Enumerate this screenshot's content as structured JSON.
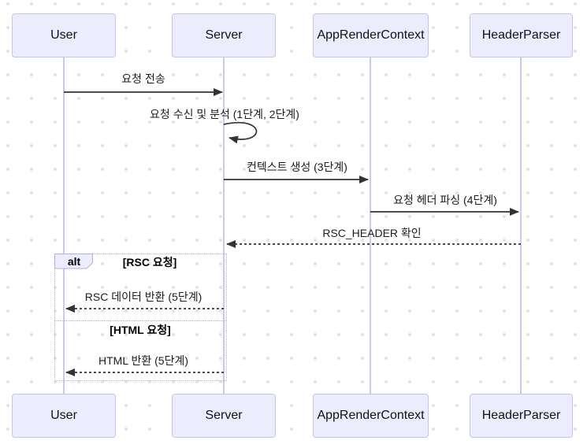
{
  "diagram": {
    "type": "sequence-diagram",
    "participants": [
      {
        "name": "User"
      },
      {
        "name": "Server"
      },
      {
        "name": "AppRenderContext"
      },
      {
        "name": "HeaderParser"
      }
    ],
    "messages": [
      {
        "from": "User",
        "to": "Server",
        "label": "요청 전송",
        "line": "solid-arrow"
      },
      {
        "from": "Server",
        "to": "Server",
        "label": "요청 수신 및 분석 (1단계, 2단계)",
        "line": "self-loop"
      },
      {
        "from": "Server",
        "to": "AppRenderContext",
        "label": "컨텍스트 생성 (3단계)",
        "line": "solid-arrow"
      },
      {
        "from": "AppRenderContext",
        "to": "HeaderParser",
        "label": "요청 헤더 파싱 (4단계)",
        "line": "solid-arrow"
      },
      {
        "from": "HeaderParser",
        "to": "Server",
        "label": "RSC_HEADER 확인",
        "line": "dashed-arrow"
      },
      {
        "from": "Server",
        "to": "User",
        "label": "RSC 데이터 반환 (5단계)",
        "line": "dashed-arrow"
      },
      {
        "from": "Server",
        "to": "User",
        "label": "HTML 반환 (5단계)",
        "line": "dashed-arrow"
      }
    ],
    "alt_block": {
      "label": "alt",
      "conditions": [
        {
          "label": "[RSC 요청]"
        },
        {
          "label": "[HTML 요청]"
        }
      ]
    },
    "colors": {
      "actor_fill": "#ECECFF",
      "actor_border": "#c8c4e8",
      "lifeline": "#d0c7ee",
      "arrow": "#333333",
      "frame_border": "#b9abe4",
      "background_dot": "#e3e3e3"
    }
  }
}
